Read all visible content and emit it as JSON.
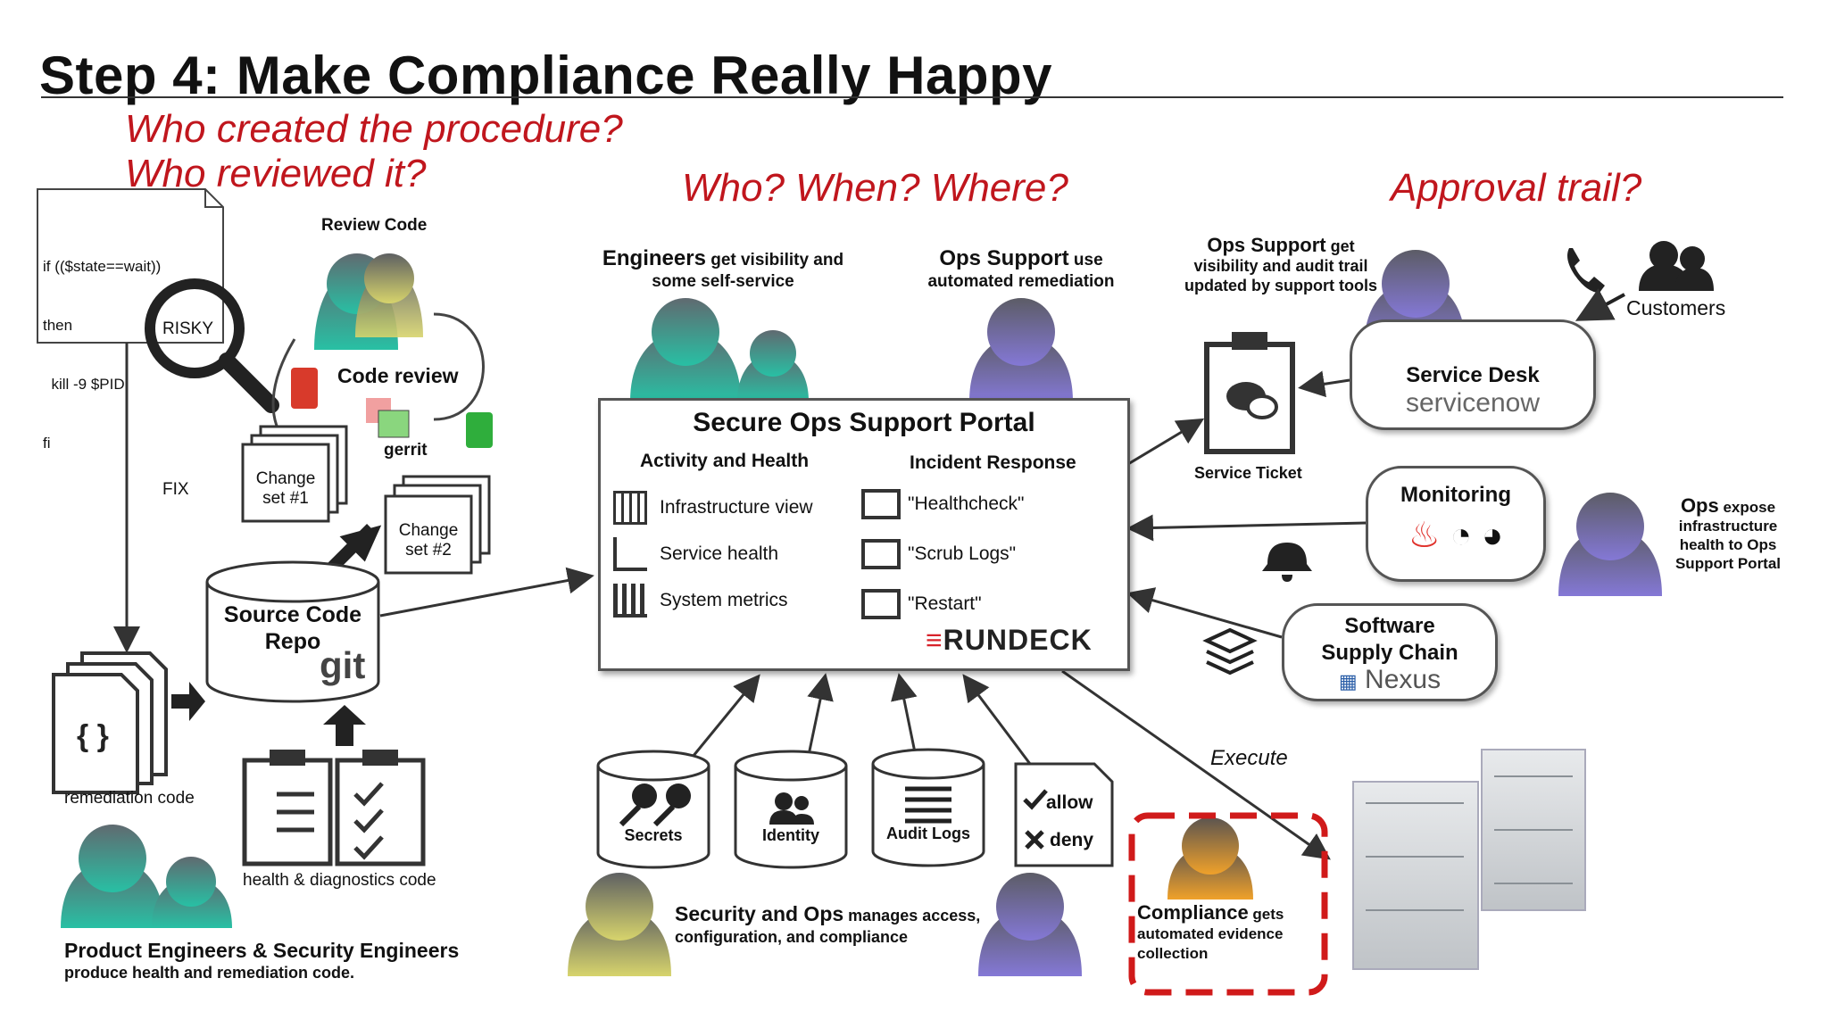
{
  "title": "Step 4: Make Compliance Really Happy",
  "questions": {
    "q1": "Who created the procedure?",
    "q2": "Who reviewed it?",
    "q3": "Who? When? Where?",
    "q4": "Approval trail?"
  },
  "code_doc": {
    "line1": "if (($state==wait))",
    "line2": "then",
    "line3": "  kill -9 $PID",
    "line4": "fi",
    "risky": "RISKY"
  },
  "review": {
    "heading": "Review Code",
    "code_review": "Code review",
    "gerrit": "gerrit",
    "changeset1": "Change\nset #1",
    "changeset2": "Change\nset #2",
    "fix": "FIX"
  },
  "repo": {
    "line1": "Source Code",
    "line2": "Repo",
    "git": "git"
  },
  "left_bottom": {
    "remediation": "remediation code",
    "health": "health & diagnostics code",
    "engineers_title": "Product Engineers & Security Engineers",
    "engineers_sub": "produce health and remediation code."
  },
  "top_mid": {
    "eng_bold": "Engineers",
    "eng_rest": " get visibility and",
    "eng_line2": "some self-service",
    "ops_bold": "Ops Support",
    "ops_rest": " use",
    "ops_line2": "automated remediation"
  },
  "portal": {
    "title": "Secure Ops Support Portal",
    "col1_head": "Activity and Health",
    "col1": [
      "Infrastructure view",
      "Service health",
      "System metrics"
    ],
    "col2_head": "Incident Response",
    "col2": [
      "\"Healthcheck\"",
      "\"Scrub Logs\"",
      "\"Restart\""
    ],
    "brand": "RUNDECK"
  },
  "bottom_mid": {
    "secrets": "Secrets",
    "identity": "Identity",
    "audit": "Audit Logs",
    "allow": "allow",
    "deny": "deny",
    "secops_bold": "Security and Ops",
    "secops_rest": " manages access,",
    "secops_line2": "configuration, and compliance",
    "execute": "Execute",
    "comp_bold": "Compliance",
    "comp_rest": " gets",
    "comp_line2": "automated evidence",
    "comp_line3": "collection"
  },
  "right": {
    "ops_bold": "Ops Support",
    "ops_rest": " get",
    "ops_line2": "visibility and audit trail",
    "ops_line3": "updated by support tools",
    "customers": "Customers",
    "service_desk": "Service Desk",
    "servicenow": "servicenow",
    "service_ticket": "Service Ticket",
    "monitoring": "Monitoring",
    "expose_bold": "Ops",
    "expose_rest": " expose",
    "expose_line2": "infrastructure",
    "expose_line3": "health to Ops",
    "expose_line4": "Support Portal",
    "supply1": "Software",
    "supply2": "Supply Chain",
    "nexus": "Nexus"
  },
  "colors": {
    "question_red": "#c0161d",
    "teal": "#2bb3a0",
    "purple": "#7d6fc4",
    "olive": "#c9c46a",
    "orange": "#e79a2c",
    "dashed_red": "#d01a1a"
  }
}
